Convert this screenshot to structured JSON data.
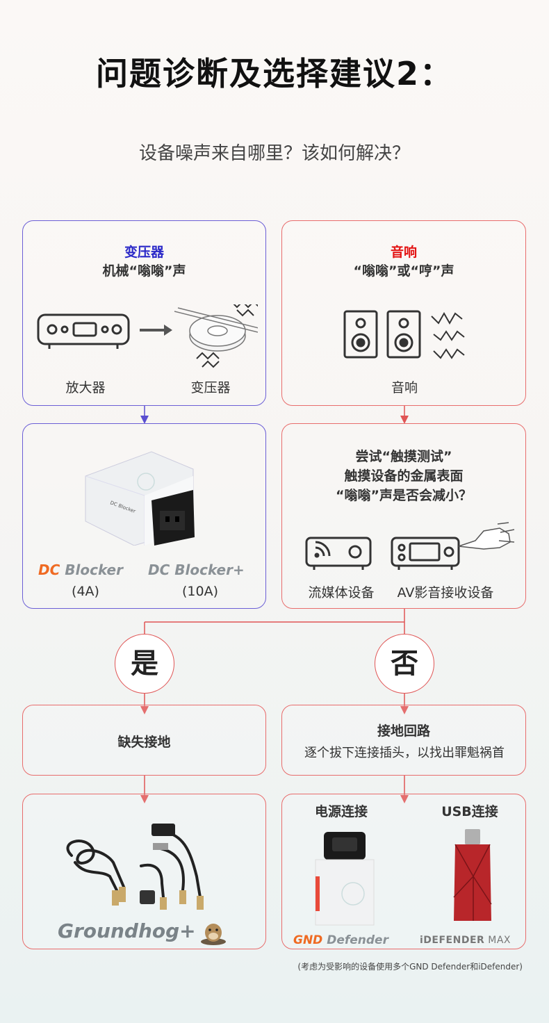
{
  "title": "问题诊断及选择建议2：",
  "subtitle": "设备噪声来自哪里？该如何解决？",
  "colors": {
    "blue": "#6b5ed6",
    "red": "#e86c6c",
    "orange": "#ef6a22",
    "gray_brand": "#8a9196"
  },
  "transformer": {
    "heading": "变压器",
    "desc": "机械“嗡嗡”声",
    "amp_label": "放大器",
    "transformer_label": "变压器"
  },
  "speaker": {
    "heading": "音响",
    "desc": "“嗡嗡”或“哼”声",
    "label": "音响"
  },
  "dc_blocker": {
    "product_text": "DC Blocker",
    "brand1_a": "DC",
    "brand1_b": " Blocker",
    "brand1_rating": "(4A)",
    "brand2": "DC Blocker+",
    "brand2_rating": "(10A)"
  },
  "touch_test": {
    "line1": "尝试“触摸测试”",
    "line2": "触摸设备的金属表面",
    "line3": "“嗡嗡”声是否会减小？",
    "device1": "流媒体设备",
    "device2": "AV影音接收设备"
  },
  "yes": "是",
  "no": "否",
  "missing_ground": "缺失接地",
  "ground_loop": {
    "heading": "接地回路",
    "desc": "逐个拔下连接插头，以找出罪魁祸首"
  },
  "groundhog": "Groundhog+",
  "power": {
    "heading": "电源连接",
    "brand_a": "GND",
    "brand_b": " Defender"
  },
  "usb": {
    "heading": "USB连接",
    "brand_a": "iDEFENDER",
    "brand_b": " MAX"
  },
  "note": "(考虑为受影响的设备使用多个GND Defender和iDefender)"
}
